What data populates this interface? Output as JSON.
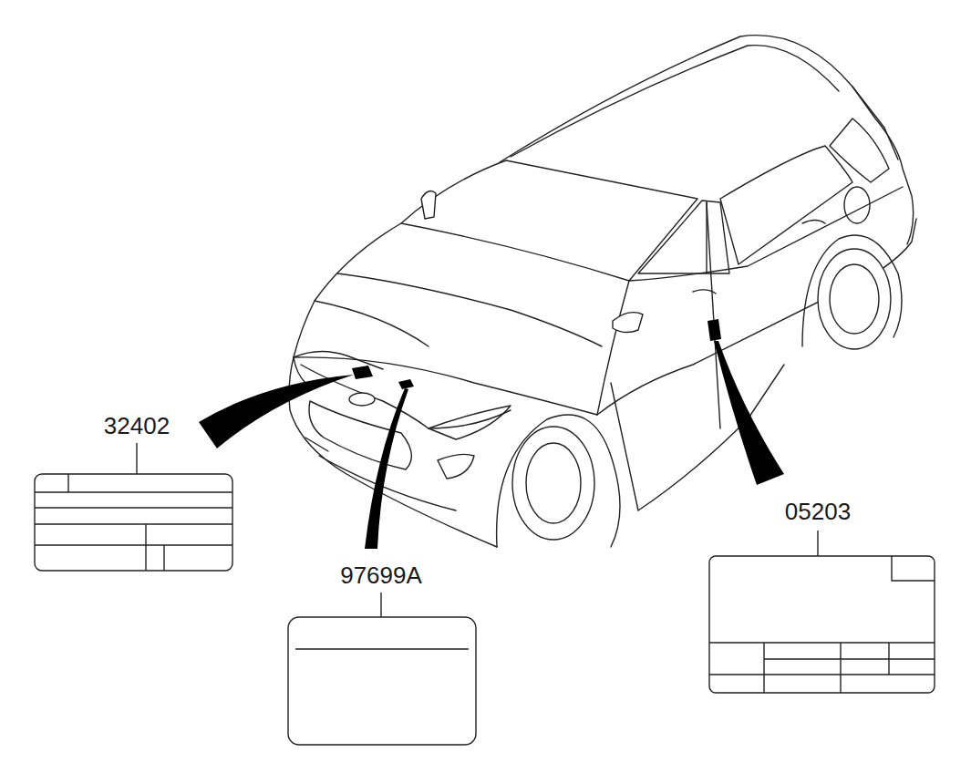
{
  "diagram": {
    "labels": [
      "32402",
      "05203",
      "97699A"
    ]
  }
}
